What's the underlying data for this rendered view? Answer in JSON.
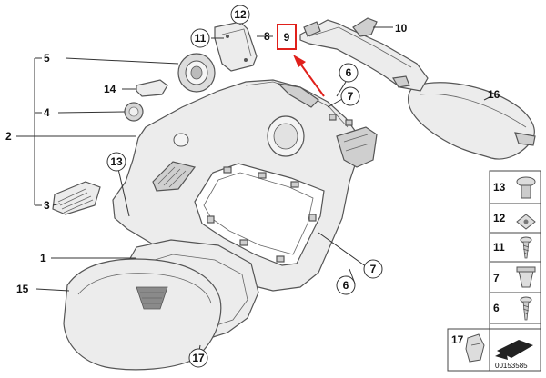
{
  "callouts": {
    "c1": "1",
    "c2": "2",
    "c3": "3",
    "c4": "4",
    "c5": "5",
    "c6a": "6",
    "c6b": "6",
    "c7a": "7",
    "c7b": "7",
    "c8": "8",
    "c9": "9",
    "c10": "10",
    "c11": "11",
    "c12": "12",
    "c13": "13",
    "c14": "14",
    "c15": "15",
    "c16": "16",
    "c17": "17"
  },
  "legend": {
    "items": [
      {
        "number": "13",
        "icon": "clip-13-icon"
      },
      {
        "number": "12",
        "icon": "nut-clip-icon"
      },
      {
        "number": "11",
        "icon": "screw-icon"
      },
      {
        "number": "7",
        "icon": "expansion-rivet-icon"
      },
      {
        "number": "6",
        "icon": "screw-icon"
      },
      {
        "number": "17",
        "icon": "clip-17-icon"
      }
    ]
  },
  "diagram_id": "00153585",
  "colors": {
    "highlight": "#e0201b",
    "outline": "#555555",
    "fill": "#ececec"
  }
}
